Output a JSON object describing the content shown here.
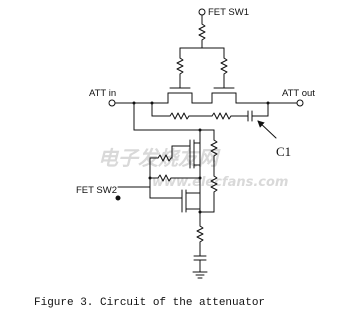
{
  "figure": {
    "caption": "Figure 3. Circuit of the attenuator"
  },
  "labels": {
    "fet_sw1": "FET SW1",
    "att_in": "ATT in",
    "att_out": "ATT out",
    "fet_sw2": "FET SW2",
    "c1": "C1"
  },
  "watermark": {
    "chinese": "电子发烧友网",
    "url": "www.elecfans.com"
  },
  "colors": {
    "wire": "#111111",
    "watermark": "#d9d9d9"
  }
}
